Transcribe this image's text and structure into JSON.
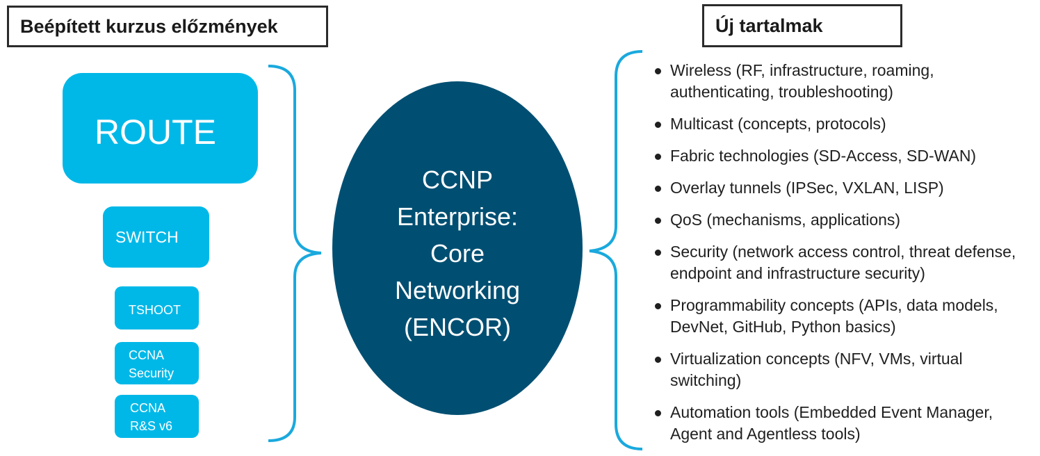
{
  "headers": {
    "left": "Beépített kurzus előzmények",
    "right": "Új tartalmak"
  },
  "courses": {
    "route": "ROUTE",
    "switch": "SWITCH",
    "tshoot": "TSHOOT",
    "ccna_security": [
      "CCNA",
      "Security"
    ],
    "ccna_rs": [
      "CCNA",
      "R&S v6"
    ]
  },
  "center": {
    "lines": [
      "CCNP",
      "Enterprise:",
      "Core",
      "Networking",
      "(ENCOR)"
    ]
  },
  "new_content": [
    "Wireless (RF, infrastructure, roaming, authenticating, troubleshooting)",
    "Multicast (concepts, protocols)",
    "Fabric technologies (SD-Access, SD-WAN)",
    "Overlay tunnels (IPSec, VXLAN, LISP)",
    "QoS (mechanisms, applications)",
    "Security (network access control, threat defense, endpoint and infrastructure security)",
    "Programmability concepts (APIs, data models, DevNet, GitHub, Python basics)",
    "Virtualization concepts (NFV, VMs, virtual switching)",
    "Automation tools (Embedded Event Manager, Agent and Agentless tools)"
  ],
  "colors": {
    "pill": "#00b8e8",
    "ellipse": "#004f72",
    "bracket": "#1aa9dd"
  }
}
